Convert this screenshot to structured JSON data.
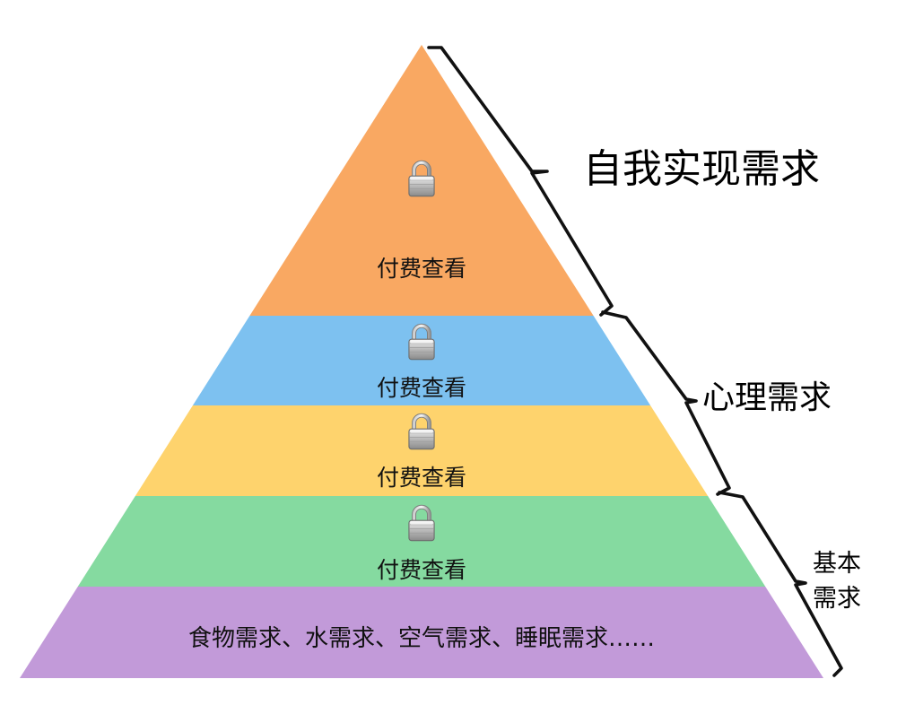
{
  "pyramid": {
    "layers": [
      {
        "label": "付费查看",
        "color": "#F9A862",
        "locked": true
      },
      {
        "label": "付费查看",
        "color": "#7DC1F0",
        "locked": true
      },
      {
        "label": "付费查看",
        "color": "#FED36D",
        "locked": true
      },
      {
        "label": "付费查看",
        "color": "#85DAA0",
        "locked": true
      },
      {
        "label": "食物需求、水需求、空气需求、睡眠需求……",
        "color": "#C29AD9",
        "locked": false
      }
    ]
  },
  "brackets": {
    "self_actualization": "自我实现需求",
    "psychological": "心理需求",
    "basic_line1": "基本",
    "basic_line2": "需求"
  },
  "icons": {
    "lock": "padlock-icon"
  }
}
